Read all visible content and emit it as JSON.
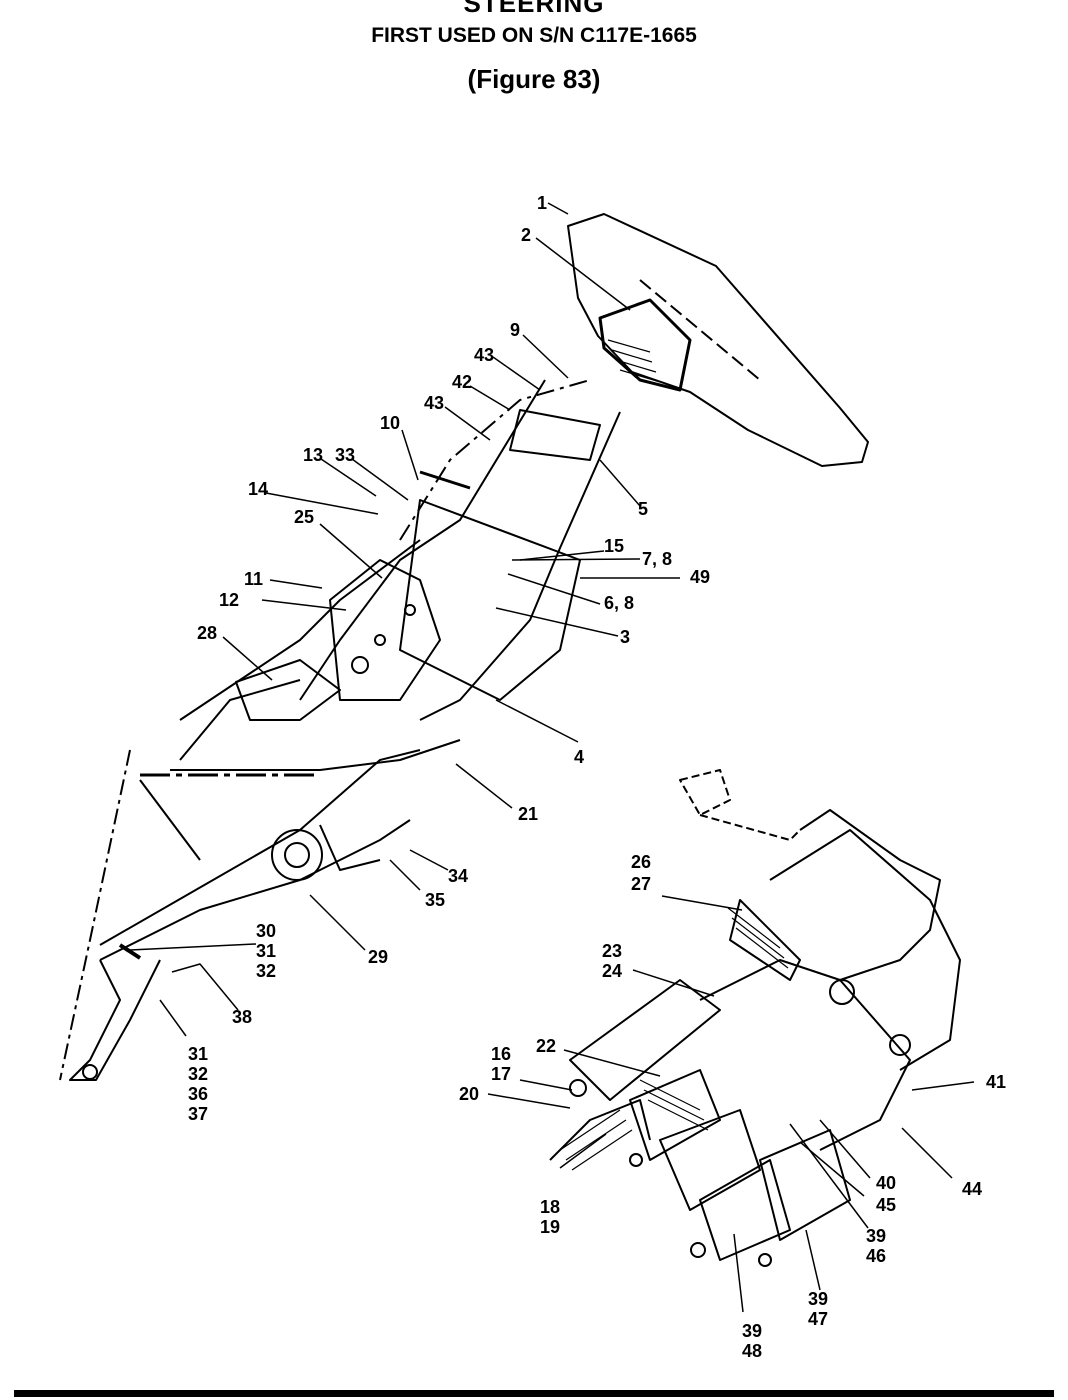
{
  "header": {
    "title": "STEERING",
    "subtitle": "FIRST USED ON S/N C117E-1665",
    "figure": "(Figure 83)"
  },
  "callouts": [
    {
      "id": "c1",
      "text": "1"
    },
    {
      "id": "c2",
      "text": "2"
    },
    {
      "id": "c9",
      "text": "9"
    },
    {
      "id": "c43a",
      "text": "43"
    },
    {
      "id": "c42",
      "text": "42"
    },
    {
      "id": "c43b",
      "text": "43"
    },
    {
      "id": "c10",
      "text": "10"
    },
    {
      "id": "c13",
      "text": "13"
    },
    {
      "id": "c33",
      "text": "33"
    },
    {
      "id": "c14",
      "text": "14"
    },
    {
      "id": "c25",
      "text": "25"
    },
    {
      "id": "c5",
      "text": "5"
    },
    {
      "id": "c15",
      "text": "15"
    },
    {
      "id": "c78",
      "text": "7, 8"
    },
    {
      "id": "c49",
      "text": "49"
    },
    {
      "id": "c11",
      "text": "11"
    },
    {
      "id": "c12",
      "text": "12"
    },
    {
      "id": "c68",
      "text": "6, 8"
    },
    {
      "id": "c3",
      "text": "3"
    },
    {
      "id": "c28",
      "text": "28"
    },
    {
      "id": "c4",
      "text": "4"
    },
    {
      "id": "c21",
      "text": "21"
    },
    {
      "id": "c34",
      "text": "34"
    },
    {
      "id": "c35",
      "text": "35"
    },
    {
      "id": "c29",
      "text": "29"
    },
    {
      "id": "c30",
      "text": "30"
    },
    {
      "id": "c31a",
      "text": "31"
    },
    {
      "id": "c32a",
      "text": "32"
    },
    {
      "id": "c38",
      "text": "38"
    },
    {
      "id": "c31b",
      "text": "31"
    },
    {
      "id": "c32b",
      "text": "32"
    },
    {
      "id": "c36",
      "text": "36"
    },
    {
      "id": "c37",
      "text": "37"
    },
    {
      "id": "c26",
      "text": "26"
    },
    {
      "id": "c27",
      "text": "27"
    },
    {
      "id": "c23",
      "text": "23"
    },
    {
      "id": "c24",
      "text": "24"
    },
    {
      "id": "c22",
      "text": "22"
    },
    {
      "id": "c16",
      "text": "16"
    },
    {
      "id": "c17",
      "text": "17"
    },
    {
      "id": "c20",
      "text": "20"
    },
    {
      "id": "c41",
      "text": "41"
    },
    {
      "id": "c44",
      "text": "44"
    },
    {
      "id": "c40",
      "text": "40"
    },
    {
      "id": "c45",
      "text": "45"
    },
    {
      "id": "c18",
      "text": "18"
    },
    {
      "id": "c19",
      "text": "19"
    },
    {
      "id": "c39a",
      "text": "39"
    },
    {
      "id": "c46",
      "text": "46"
    },
    {
      "id": "c39b",
      "text": "39"
    },
    {
      "id": "c47",
      "text": "47"
    },
    {
      "id": "c39c",
      "text": "39"
    },
    {
      "id": "c48",
      "text": "48"
    }
  ]
}
